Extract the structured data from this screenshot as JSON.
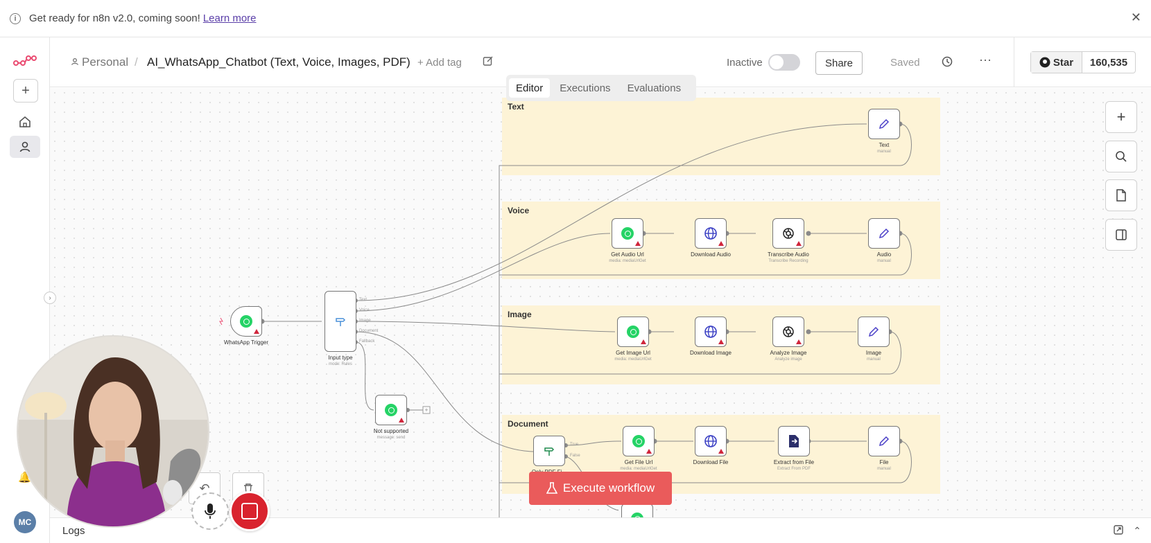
{
  "banner": {
    "text": "Get ready for n8n v2.0, coming soon!",
    "link": "Learn more"
  },
  "header": {
    "personal": "Personal",
    "separator": "/",
    "title": "AI_WhatsApp_Chatbot (Text, Voice, Images, PDF)",
    "add_tag": "+ Add tag",
    "inactive": "Inactive",
    "share": "Share",
    "saved": "Saved"
  },
  "github": {
    "star": "Star",
    "count": "160,535"
  },
  "tabs": [
    "Editor",
    "Executions",
    "Evaluations"
  ],
  "sticky_notes": {
    "text": "Text",
    "voice": "Voice",
    "image": "Image",
    "document": "Document"
  },
  "nodes": {
    "whatsapp_trigger": "WhatsApp Trigger",
    "input_type": "Input type",
    "input_type_sub": "mode: Rules",
    "input_outputs": [
      "Text",
      "Voice",
      "Image",
      "Document",
      "Fallback"
    ],
    "not_supported": "Not supported",
    "not_supported_sub": "message: send",
    "text": "Text",
    "text_sub": "manual",
    "get_audio_url": "Get Audio Url",
    "get_audio_url_sub": "media: mediaUrlGet",
    "download_audio": "Download Audio",
    "transcribe_audio": "Transcribe Audio",
    "transcribe_audio_sub": "Transcribe Recording",
    "audio": "Audio",
    "audio_sub": "manual",
    "get_image_url": "Get Image Url",
    "get_image_url_sub": "media: mediaUrlGet",
    "download_image": "Download Image",
    "analyze_image": "Analyze Image",
    "analyze_image_sub": "Analyze image",
    "image": "Image",
    "image_sub": "manual",
    "only_pdf": "Only PDF Fi...",
    "only_pdf_outputs": [
      "True",
      "False"
    ],
    "get_file_url": "Get File Url",
    "get_file_url_sub": "media: mediaUrlGet",
    "download_file": "Download File",
    "extract_from_file": "Extract from File",
    "extract_from_file_sub": "Extract From PDF",
    "file": "File",
    "file_sub": "manual"
  },
  "execute_button": "Execute workflow",
  "logs": "Logs",
  "user_initials": "MC",
  "colors": {
    "accent": "#ea5b5b",
    "sticky": "#fdf3d6",
    "whatsapp": "#25d366",
    "link": "#5a3ea8"
  }
}
